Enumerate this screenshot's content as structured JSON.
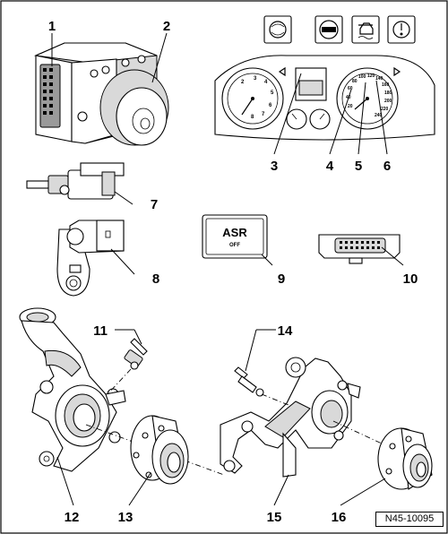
{
  "callouts": {
    "c1": "1",
    "c2": "2",
    "c3": "3",
    "c4": "4",
    "c5": "5",
    "c6": "6",
    "c7": "7",
    "c8": "8",
    "c9": "9",
    "c10": "10",
    "c11": "11",
    "c12": "12",
    "c13": "13",
    "c14": "14",
    "c15": "15",
    "c16": "16"
  },
  "switch_label": {
    "main": "ASR",
    "sub": "OFF"
  },
  "figure_ref": "N45-10095",
  "gauge_left_ticks": [
    "2",
    "3",
    "4",
    "5",
    "6",
    "7",
    "8"
  ],
  "gauge_right_ticks": [
    "20",
    "40",
    "60",
    "80",
    "100",
    "120",
    "140",
    "160",
    "180",
    "200",
    "220",
    "240"
  ]
}
